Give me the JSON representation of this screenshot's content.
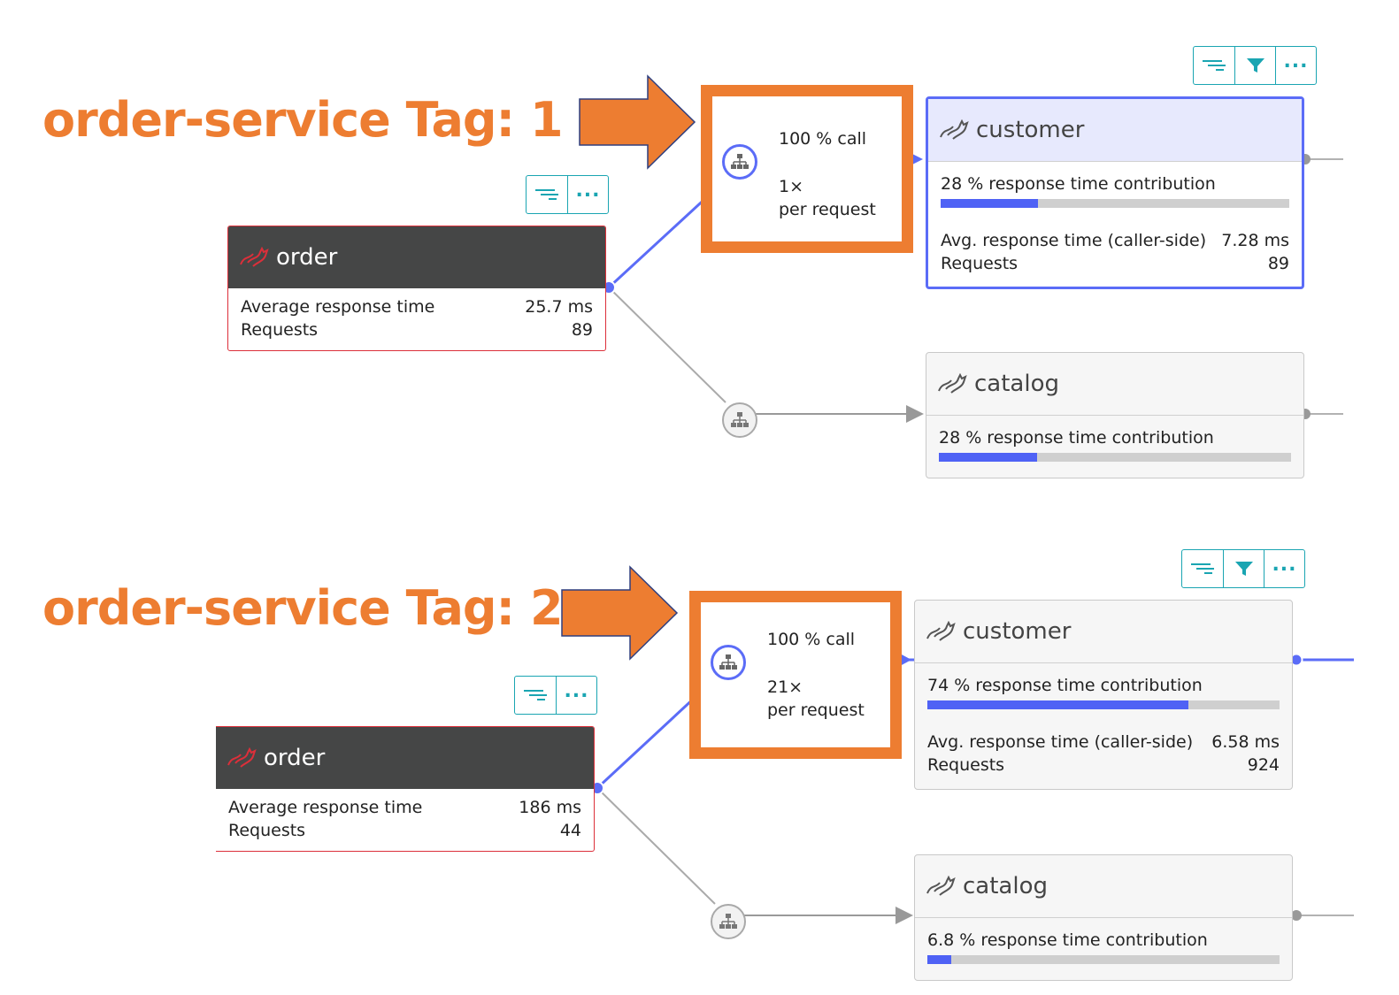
{
  "sections": [
    {
      "title": "order-service Tag: 1",
      "order": {
        "name": "order",
        "avg_label": "Average response time",
        "avg_value": "25.7 ms",
        "req_label": "Requests",
        "req_value": "89"
      },
      "call": {
        "pct": "100 % call",
        "mult": "1×",
        "per": "per request"
      },
      "customer": {
        "name": "customer",
        "contribution": "28 % response time contribution",
        "contribution_fraction": 0.28,
        "avg_label": "Avg. response time (caller-side)",
        "avg_value": "7.28 ms",
        "req_label": "Requests",
        "req_value": "89"
      },
      "catalog": {
        "name": "catalog",
        "contribution": "28 % response time contribution",
        "contribution_fraction": 0.28
      }
    },
    {
      "title": "order-service Tag: 2",
      "order": {
        "name": "order",
        "avg_label": "Average response time",
        "avg_value": "186 ms",
        "req_label": "Requests",
        "req_value": "44"
      },
      "call": {
        "pct": "100 % call",
        "mult": "21×",
        "per": "per request"
      },
      "customer": {
        "name": "customer",
        "contribution": "74 % response time contribution",
        "contribution_fraction": 0.74,
        "avg_label": "Avg. response time (caller-side)",
        "avg_value": "6.58 ms",
        "req_label": "Requests",
        "req_value": "924"
      },
      "catalog": {
        "name": "catalog",
        "contribution": "6.8 % response time contribution",
        "contribution_fraction": 0.068
      }
    }
  ],
  "colors": {
    "accent_orange": "#ed7d31",
    "active_blue": "#4f62f5",
    "error_red": "#dc2f3a",
    "toolbar_teal": "#1aa5b2"
  },
  "icons": {
    "service": "tomcat-icon",
    "connection": "hierarchy-icon",
    "toolbar": [
      "waterfall-icon",
      "filter-icon",
      "more-icon"
    ]
  }
}
